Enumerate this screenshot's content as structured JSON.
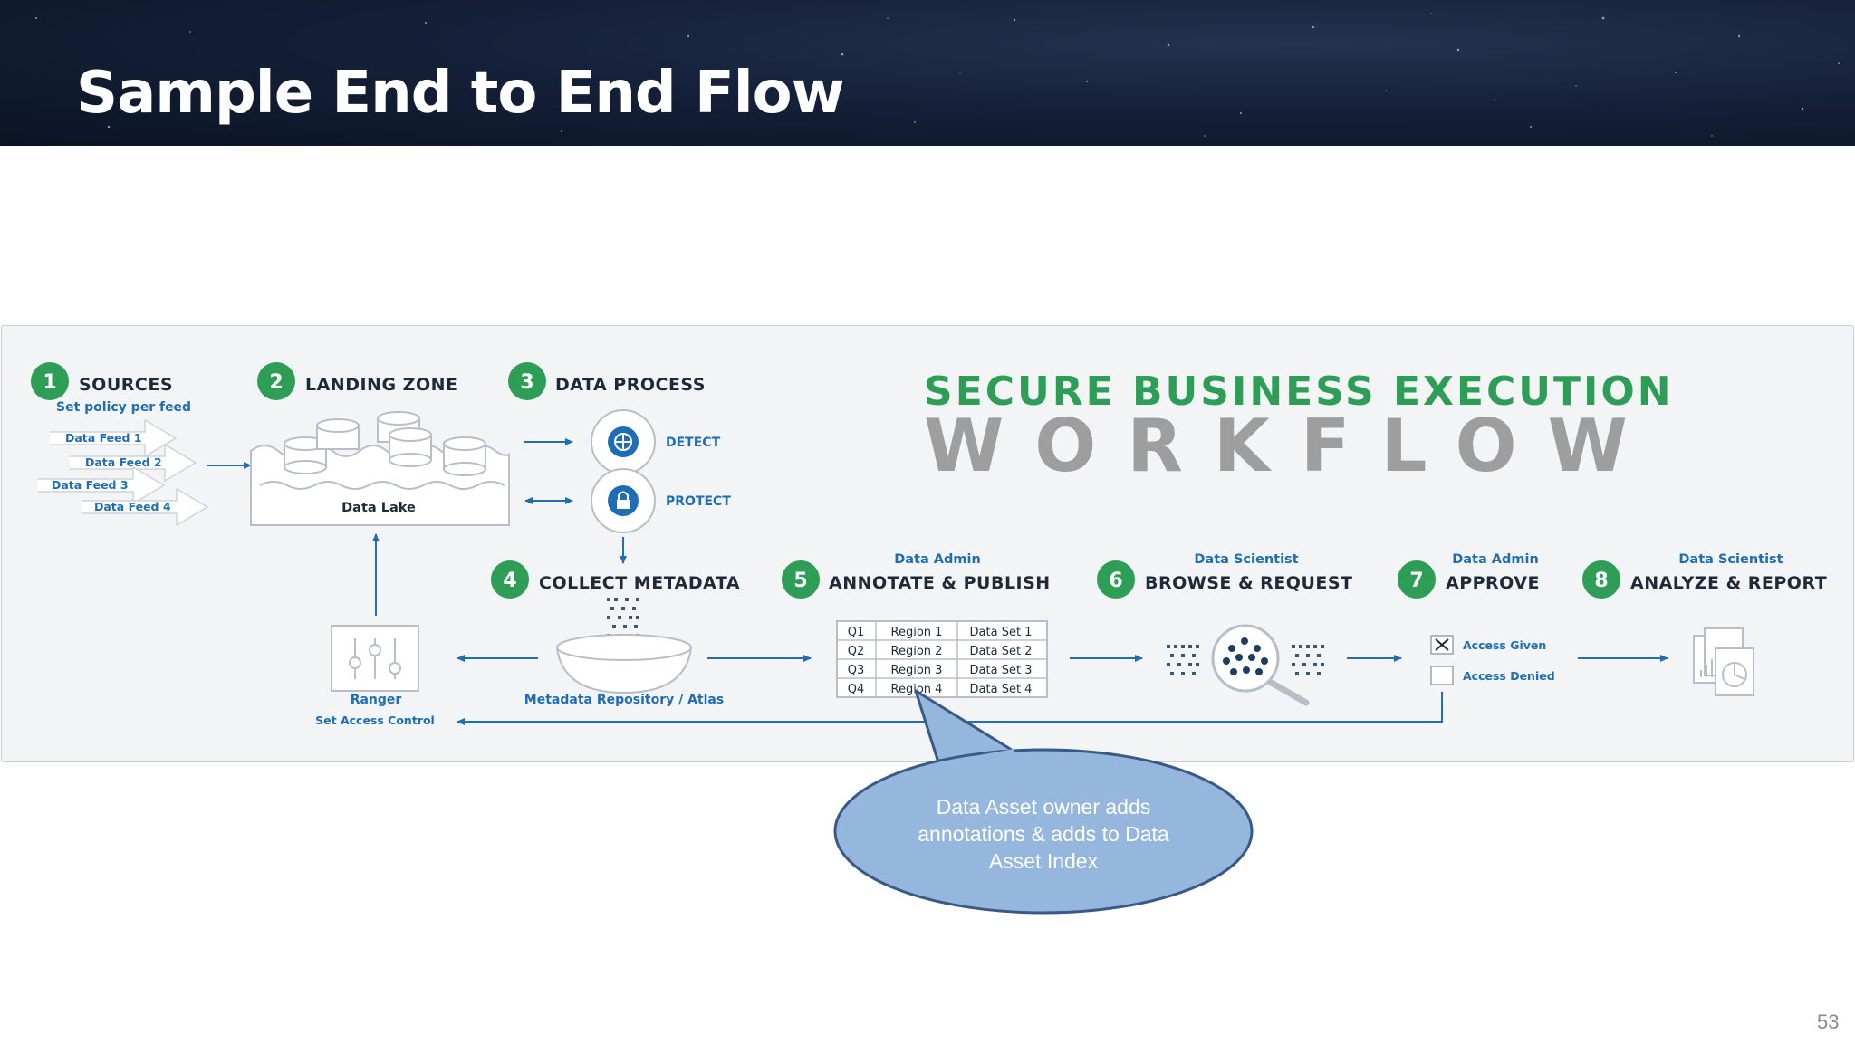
{
  "slide": {
    "title": "Sample End to End Flow",
    "page_number": "53"
  },
  "workflow": {
    "heading_line1": "SECURE BUSINESS EXECUTION",
    "heading_line2": "WORKFLOW",
    "steps": [
      {
        "num": "1",
        "label": "SOURCES",
        "role": ""
      },
      {
        "num": "2",
        "label": "LANDING ZONE",
        "role": ""
      },
      {
        "num": "3",
        "label": "DATA PROCESS",
        "role": ""
      },
      {
        "num": "4",
        "label": "COLLECT METADATA",
        "role": ""
      },
      {
        "num": "5",
        "label": "ANNOTATE & PUBLISH",
        "role": "Data Admin"
      },
      {
        "num": "6",
        "label": "BROWSE & REQUEST",
        "role": "Data Scientist"
      },
      {
        "num": "7",
        "label": "APPROVE",
        "role": "Data Admin"
      },
      {
        "num": "8",
        "label": "ANALYZE & REPORT",
        "role": "Data Scientist"
      }
    ],
    "sources": {
      "policy": "Set policy per feed",
      "feeds": [
        "Data Feed 1",
        "Data Feed 2",
        "Data Feed 3",
        "Data Feed 4"
      ]
    },
    "data_lake_label": "Data Lake",
    "detect_label": "DETECT",
    "protect_label": "PROTECT",
    "ranger_label": "Ranger",
    "ranger_sublabel": "Set Access Control",
    "metadata_label": "Metadata Repository / Atlas",
    "table": [
      [
        "Q1",
        "Region 1",
        "Data Set 1"
      ],
      [
        "Q2",
        "Region 2",
        "Data Set 2"
      ],
      [
        "Q3",
        "Region 3",
        "Data Set 3"
      ],
      [
        "Q4",
        "Region 4",
        "Data Set 4"
      ]
    ],
    "access_given": "Access Given",
    "access_denied": "Access Denied"
  },
  "callout": {
    "lines": [
      "Data Asset owner adds",
      "annotations & adds to Data",
      "Asset Index"
    ]
  },
  "colors": {
    "header_bg": "#15213a",
    "step_green": "#2e9e57",
    "accent_blue": "#1f6db5",
    "callout_fill": "#95b7de",
    "callout_stroke": "#3a5a86"
  }
}
